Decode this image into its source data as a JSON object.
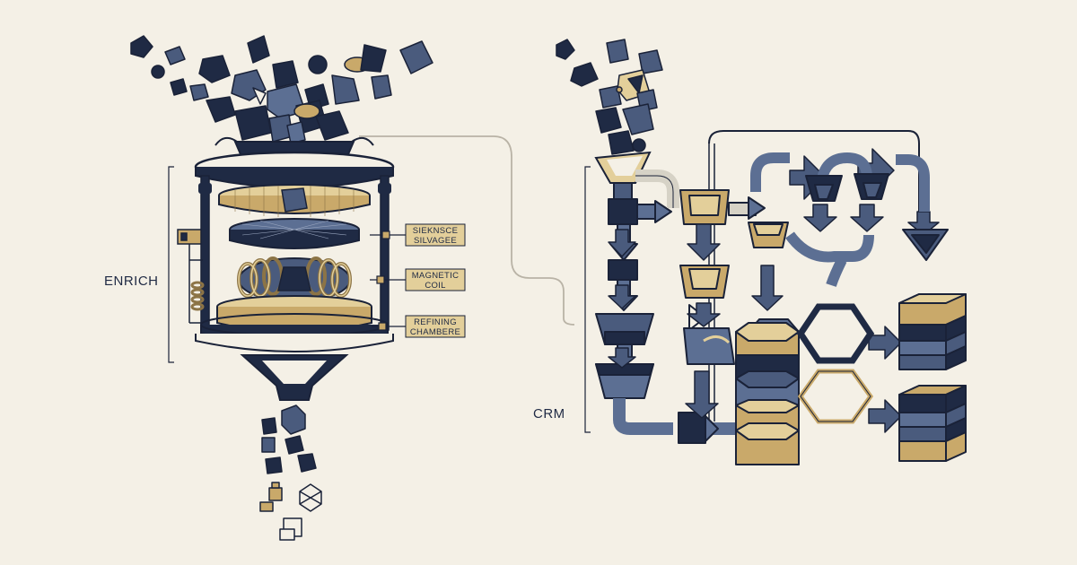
{
  "sections": {
    "enrich_label": "ENRICH",
    "crm_label": "CRM"
  },
  "callouts": [
    {
      "line1": "SIEKNSCE",
      "line2": "SILVAGEE"
    },
    {
      "line1": "MAGNETIC",
      "line2": "COIL"
    },
    {
      "line1": "REFINING",
      "line2": "CHAMBERE"
    }
  ],
  "colors": {
    "background": "#f4f0e6",
    "navy": "#1f2a44",
    "slate": "#4a5b7d",
    "steel": "#5c6f93",
    "gold": "#c9a96a",
    "pale_gold": "#e3cf9a",
    "outline": "#1a2238"
  }
}
